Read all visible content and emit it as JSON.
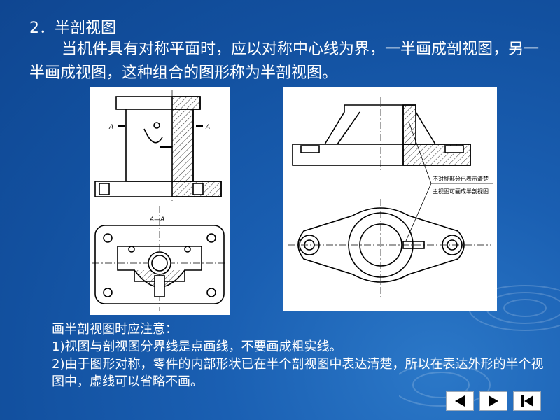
{
  "slide": {
    "title": "2．半剖视图",
    "intro": "当机件具有对称平面时，应以对称中心线为界，一半画成剖视图，另一半画成视图，这种组合的图形称为半剖视图。",
    "notes_heading": "画半剖视图时应注意：",
    "note1_num": "1)",
    "note1_text": "视图与剖视图分界线是点画线，不要画成粗实线。",
    "note2_num": "2)",
    "note2_text": "由于图形对称，零件的内部形状已在半个剖视图中表达清楚，所以在表达外形的半个视图中，虚线可以省略不画。"
  },
  "figure_left": {
    "section_mark_left": "A",
    "section_mark_right": "A",
    "section_label": "A—A"
  },
  "figure_right": {
    "callout_line1": "不对称部分已表示清楚",
    "callout_line2": "主视图可画成半剖视图"
  },
  "nav": {
    "prev_icon": "triangle-left-icon",
    "next_icon": "triangle-right-icon",
    "last_icon": "skip-to-end-icon"
  },
  "colors": {
    "background": "#1a5fb2",
    "text": "#ffffff",
    "panel": "#ffffff",
    "drawing": "#000000"
  }
}
